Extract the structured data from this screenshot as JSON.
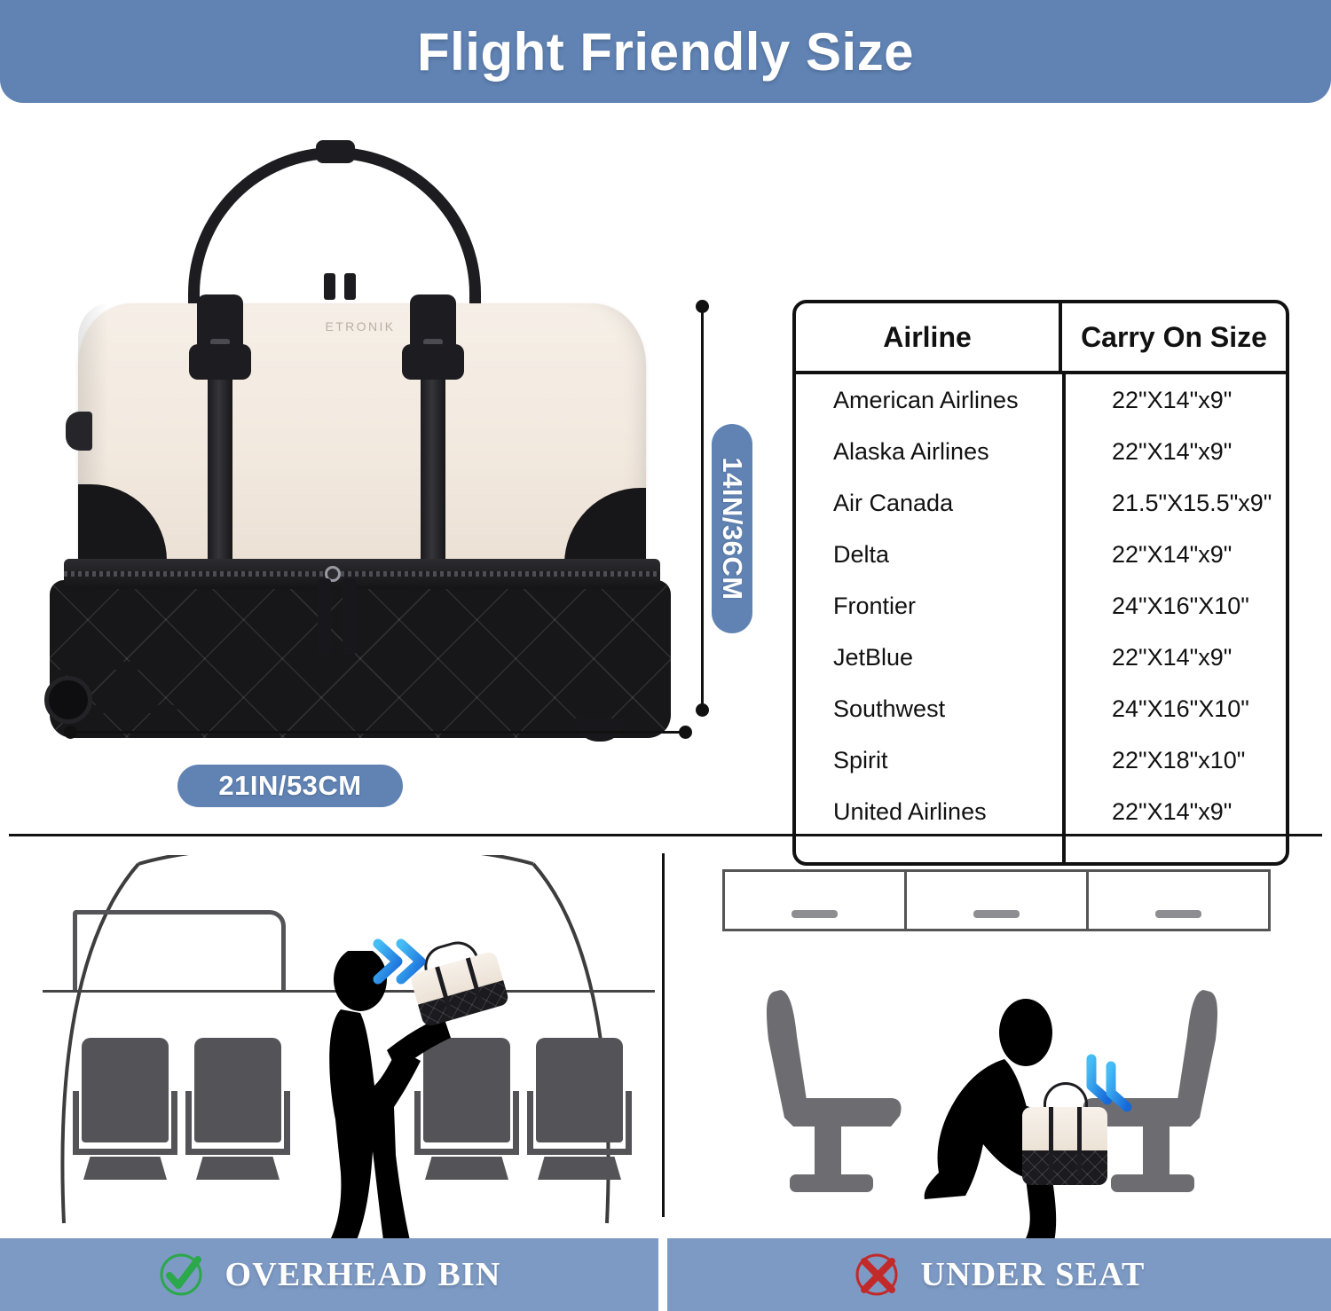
{
  "header": {
    "title": "Flight Friendly Size"
  },
  "product": {
    "brand": "ETRONIK",
    "dimensions": {
      "height_label": "14IN/36CM",
      "width_label": "21IN/53CM"
    }
  },
  "table": {
    "columns": [
      "Airline",
      "Carry On Size"
    ],
    "rows": [
      {
        "airline": "American Airlines",
        "size": "22\"X14\"x9\""
      },
      {
        "airline": "Alaska Airlines",
        "size": "22\"X14\"x9\""
      },
      {
        "airline": "Air Canada",
        "size": "21.5\"X15.5\"x9\""
      },
      {
        "airline": "Delta",
        "size": "22\"X14\"x9\""
      },
      {
        "airline": "Frontier",
        "size": "24\"X16\"X10\""
      },
      {
        "airline": "JetBlue",
        "size": "22\"X14\"x9\""
      },
      {
        "airline": "Southwest",
        "size": "24\"X16\"X10\""
      },
      {
        "airline": "Spirit",
        "size": "22\"X18\"x10\""
      },
      {
        "airline": "United Airlines",
        "size": "22\"X14\"x9\""
      }
    ]
  },
  "panels": [
    {
      "caption": "OVERHEAD BIN",
      "icon": "check-circle-icon",
      "icon_color": "#2aa84a"
    },
    {
      "caption": "UNDER SEAT",
      "icon": "cross-circle-icon",
      "icon_color": "#c22a2a"
    }
  ],
  "colors": {
    "header_blue": "#6083b4",
    "caption_blue": "#7d9ac4",
    "pill_blue": "#6083b4",
    "arrow_blue": "#1a9ee8",
    "check_green": "#2aa84a",
    "cross_red": "#c22a2a",
    "bag_cream": "#f2e9df",
    "bag_black": "#17171a"
  }
}
